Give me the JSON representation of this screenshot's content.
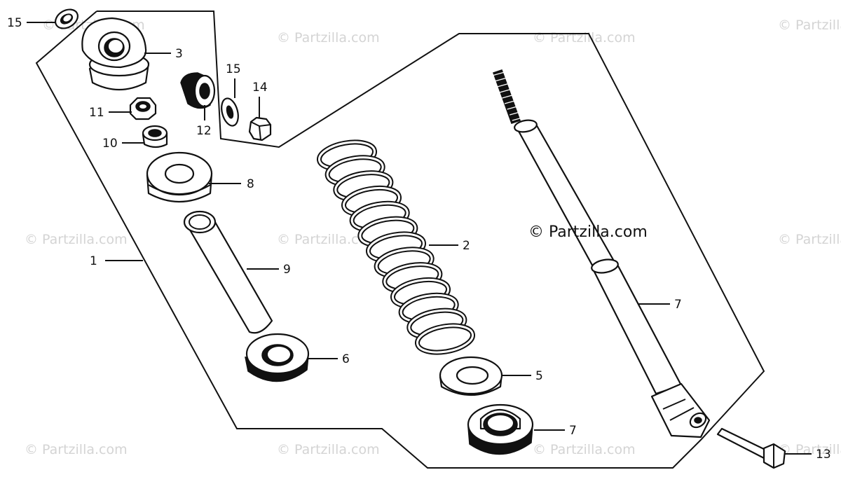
{
  "watermark": "© Partzilla.com",
  "credit": "© Partzilla.com",
  "callouts": [
    {
      "id": "c15a",
      "text": "15"
    },
    {
      "id": "c3",
      "text": "3"
    },
    {
      "id": "c15b",
      "text": "15"
    },
    {
      "id": "c14",
      "text": "14"
    },
    {
      "id": "c11",
      "text": "11"
    },
    {
      "id": "c12",
      "text": "12"
    },
    {
      "id": "c10",
      "text": "10"
    },
    {
      "id": "c8",
      "text": "8"
    },
    {
      "id": "c2",
      "text": "2"
    },
    {
      "id": "c1",
      "text": "1"
    },
    {
      "id": "c9",
      "text": "9"
    },
    {
      "id": "c7a",
      "text": "7"
    },
    {
      "id": "c6",
      "text": "6"
    },
    {
      "id": "c5",
      "text": "5"
    },
    {
      "id": "c7b",
      "text": "7"
    },
    {
      "id": "c13",
      "text": "13"
    }
  ]
}
